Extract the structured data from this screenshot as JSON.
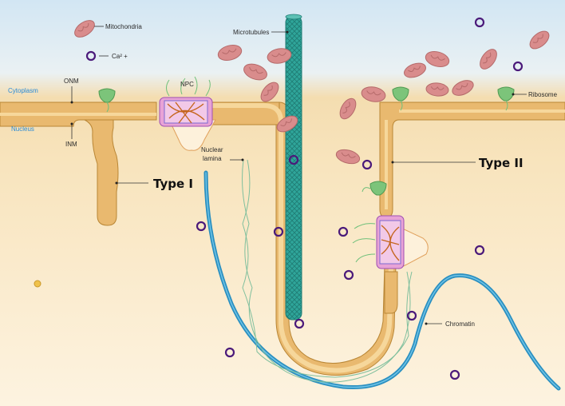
{
  "labels": {
    "mitochondria": "Mitochondria",
    "calcium": "Ca² +",
    "microtubules": "Microtubules",
    "cytoplasm": "Cytoplasm",
    "onm": "ONM",
    "npc": "NPC",
    "ribosome": "Ribosome",
    "nucleus": "Nucleus",
    "inm": "INM",
    "nuclear_lamina_line1": "Nuclear",
    "nuclear_lamina_line2": "lamina",
    "type1": "Type I",
    "type2": "Type II",
    "chromatin": "Chromatin"
  },
  "colors": {
    "cytoplasm_top": "#cfe5f3",
    "nucleus_band": "#f3d9a4",
    "nucleus_fill": "#fbe9c8",
    "membrane": "#e7b970",
    "membrane_edge": "#b98635",
    "mitochondria": "#d98c8c",
    "calcium_ring": "#4b1a7a",
    "microtubule": "#2fa59a",
    "chromatin": "#3aa0cf",
    "lamina": "#7fbf9d",
    "ribosome": "#7cc47a",
    "label_blue": "#2b8bd6"
  },
  "icons": {
    "mitochondrion": "mitochondrion-icon",
    "calcium_ion": "calcium-ion-icon",
    "ribosome": "ribosome-icon",
    "npc": "nuclear-pore-complex-icon"
  }
}
